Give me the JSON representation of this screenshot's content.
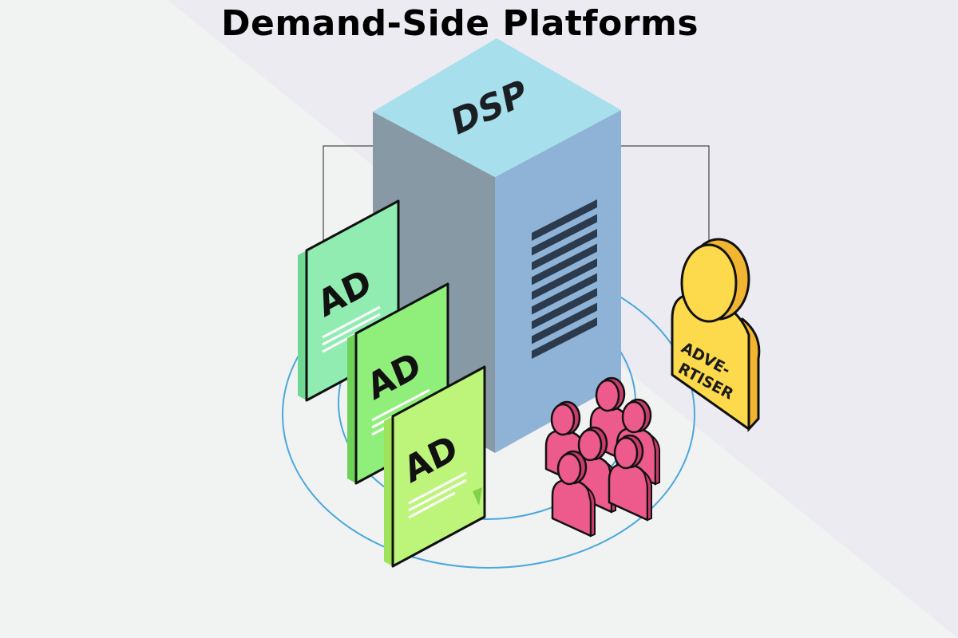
{
  "title": "Demand-Side Platforms",
  "server": {
    "label": "DSP",
    "colors": {
      "top": "#a8dfec",
      "left": "#8799a4",
      "right": "#8fb3d7",
      "vent": "#2b3a4c"
    },
    "vent_slats": 9
  },
  "ads": [
    {
      "label": "AD",
      "color": "#90ecb0",
      "side": "#6fd892"
    },
    {
      "label": "AD",
      "color": "#90ee7a",
      "side": "#6ed356"
    },
    {
      "label": "AD",
      "color": "#bdf57a",
      "side": "#9fe35a"
    }
  ],
  "advertiser": {
    "label_line1": "ADVE-",
    "label_line2": "RTISER",
    "color": "#fdd94c",
    "side": "#f2b531"
  },
  "audience": {
    "color": "#ec5b8c",
    "side": "#c73c6c",
    "count": 6
  },
  "colors": {
    "orbit": "#4aa8dc",
    "wedge": "#ecebf1",
    "outline": "#111111"
  }
}
